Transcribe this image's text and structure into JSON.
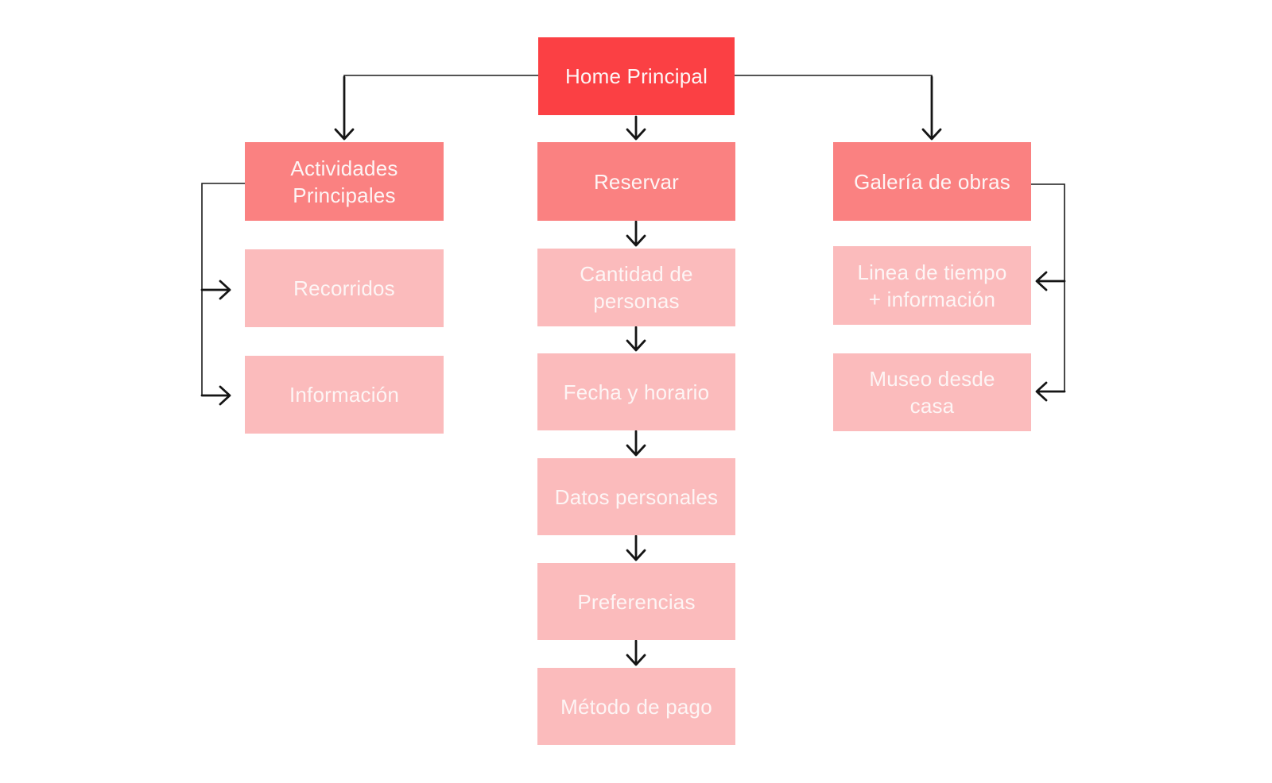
{
  "diagram": {
    "type": "sitemap-flowchart",
    "root": {
      "label": "Home Principal"
    },
    "branches": [
      {
        "label": "Actividades\nPrincipales",
        "children": [
          {
            "label": "Recorridos"
          },
          {
            "label": "Información"
          }
        ]
      },
      {
        "label": "Reservar",
        "children": [
          {
            "label": "Cantidad de\npersonas"
          },
          {
            "label": "Fecha y horario"
          },
          {
            "label": "Datos personales"
          },
          {
            "label": "Preferencias"
          },
          {
            "label": "Método de pago"
          }
        ]
      },
      {
        "label": "Galería de obras",
        "children": [
          {
            "label": "Linea de tiempo\n+ información"
          },
          {
            "label": "Museo desde\ncasa"
          }
        ]
      }
    ],
    "colors": {
      "root_fill": "#FB4044",
      "branch_fill": "#FA8181",
      "leaf_fill": "#FBBBBC",
      "text": "#FDF5F5",
      "connector": "#1b1b1b",
      "background": "#FFFFFF"
    }
  }
}
